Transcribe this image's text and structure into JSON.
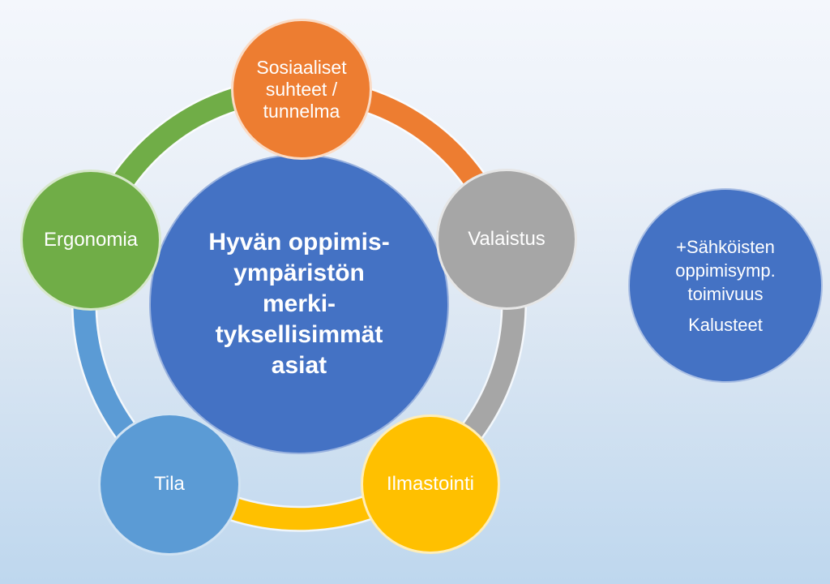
{
  "background": {
    "gradient_top": "#F4F7FC",
    "gradient_bottom": "#BED7EE"
  },
  "center_circle": {
    "label": "Hyvän oppimis-\nympäristön\nmerki-\ntyksellisimmät\nasiat",
    "color": "#4472C4",
    "text_color": "#FFFFFF"
  },
  "nodes": [
    {
      "id": "sosiaaliset-suhteet",
      "label": "Sosiaaliset\nsuhteet /\ntunnelma",
      "color": "#ED7D31"
    },
    {
      "id": "valaistus",
      "label": "Valaistus",
      "color": "#A6A6A6"
    },
    {
      "id": "ilmastointi",
      "label": "Ilmastointi",
      "color": "#FFC000"
    },
    {
      "id": "tila",
      "label": "Tila",
      "color": "#5B9BD5"
    },
    {
      "id": "ergonomia",
      "label": "Ergonomia",
      "color": "#70AD47"
    }
  ],
  "side_circle": {
    "paragraph_top": "+Sähköisten\noppimisymp.\ntoimivuus",
    "paragraph_bottom": "Kalusteet",
    "color": "#4472C4",
    "text_color": "#FFFFFF"
  }
}
